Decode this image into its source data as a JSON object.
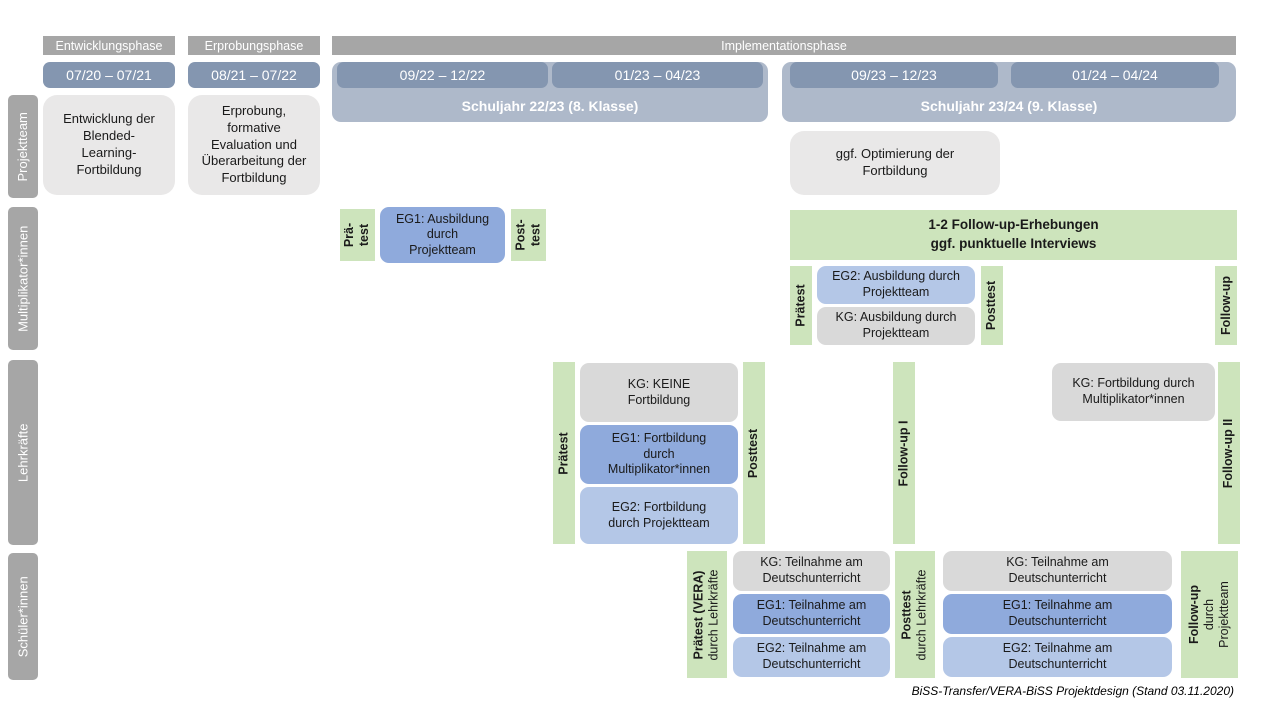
{
  "colors": {
    "phase_gray": "#a6a6a6",
    "date_blue": "#8496b0",
    "schoolyear_blue": "#aeb9ca",
    "green": "#cde4bc",
    "eg1_blue": "#8faadc",
    "eg2_blue": "#b4c7e7",
    "kg_gray": "#d9d9d9",
    "projektteam_gray": "#e9e8e8"
  },
  "header": {
    "phases": [
      "Entwicklungsphase",
      "Erprobungsphase",
      "Implementationsphase"
    ],
    "dates": [
      "07/20 – 07/21",
      "08/21 – 07/22",
      "09/22 – 12/22",
      "01/23 – 04/23",
      "09/23 – 12/23",
      "01/24 – 04/24"
    ],
    "schuljahre": [
      "Schuljahr 22/23 (8. Klasse)",
      "Schuljahr 23/24 (9. Klasse)"
    ]
  },
  "row_labels": {
    "projektteam": "Projektteam",
    "multiplikatoren": "Multiplikator*innen",
    "lehrkraefte": "Lehrkräfte",
    "schueler": "Schüler*innen"
  },
  "projektteam": {
    "entwicklung": "Entwicklung der Blended-Learning-Fortbildung",
    "erprobung": "Erprobung, formative Evaluation und Überarbeitung der Fortbildung",
    "optimierung": "ggf. Optimierung der Fortbildung"
  },
  "multiplikatoren": {
    "praetest_l1": "Prä-",
    "praetest_l2": "test",
    "eg1": "EG1: Ausbildung durch Projektteam",
    "posttest_l1": "Post-",
    "posttest_l2": "test",
    "followup_bar_l1": "1-2 Follow-up-Erhebungen",
    "followup_bar_l2": "ggf. punktuelle Interviews",
    "praetest2": "Prätest",
    "eg2": "EG2: Ausbildung durch Projektteam",
    "kg": "KG: Ausbildung durch Projektteam",
    "posttest2": "Posttest",
    "followup": "Follow-up"
  },
  "lehrkraefte": {
    "praetest": "Prätest",
    "kg": "KG: KEINE Fortbildung",
    "eg1": "EG1: Fortbildung durch Multiplikator*innen",
    "eg2": "EG2: Fortbildung durch Projektteam",
    "posttest": "Posttest",
    "followup1": "Follow-up I",
    "kg_fortbildung": "KG: Fortbildung durch Multiplikator*innen",
    "followup2": "Follow-up II"
  },
  "schueler": {
    "praetest_main": "Prätest (VERA)",
    "praetest_sub": "durch Lehrkräfte",
    "kg1": "KG: Teilnahme am Deutschunterricht",
    "eg1a": "EG1: Teilnahme am Deutschunterricht",
    "eg2a": "EG2: Teilnahme am Deutschunterricht",
    "posttest_main": "Posttest",
    "posttest_sub": "durch Lehrkräfte",
    "kg2": "KG: Teilnahme am Deutschunterricht",
    "eg1b": "EG1: Teilnahme am Deutschunterricht",
    "eg2b": "EG2: Teilnahme am Deutschunterricht",
    "followup_main": "Follow-up",
    "followup_sub1": "durch",
    "followup_sub2": "Projektteam"
  },
  "caption": "BiSS-Transfer/VERA-BiSS Projektdesign (Stand 03.11.2020)"
}
